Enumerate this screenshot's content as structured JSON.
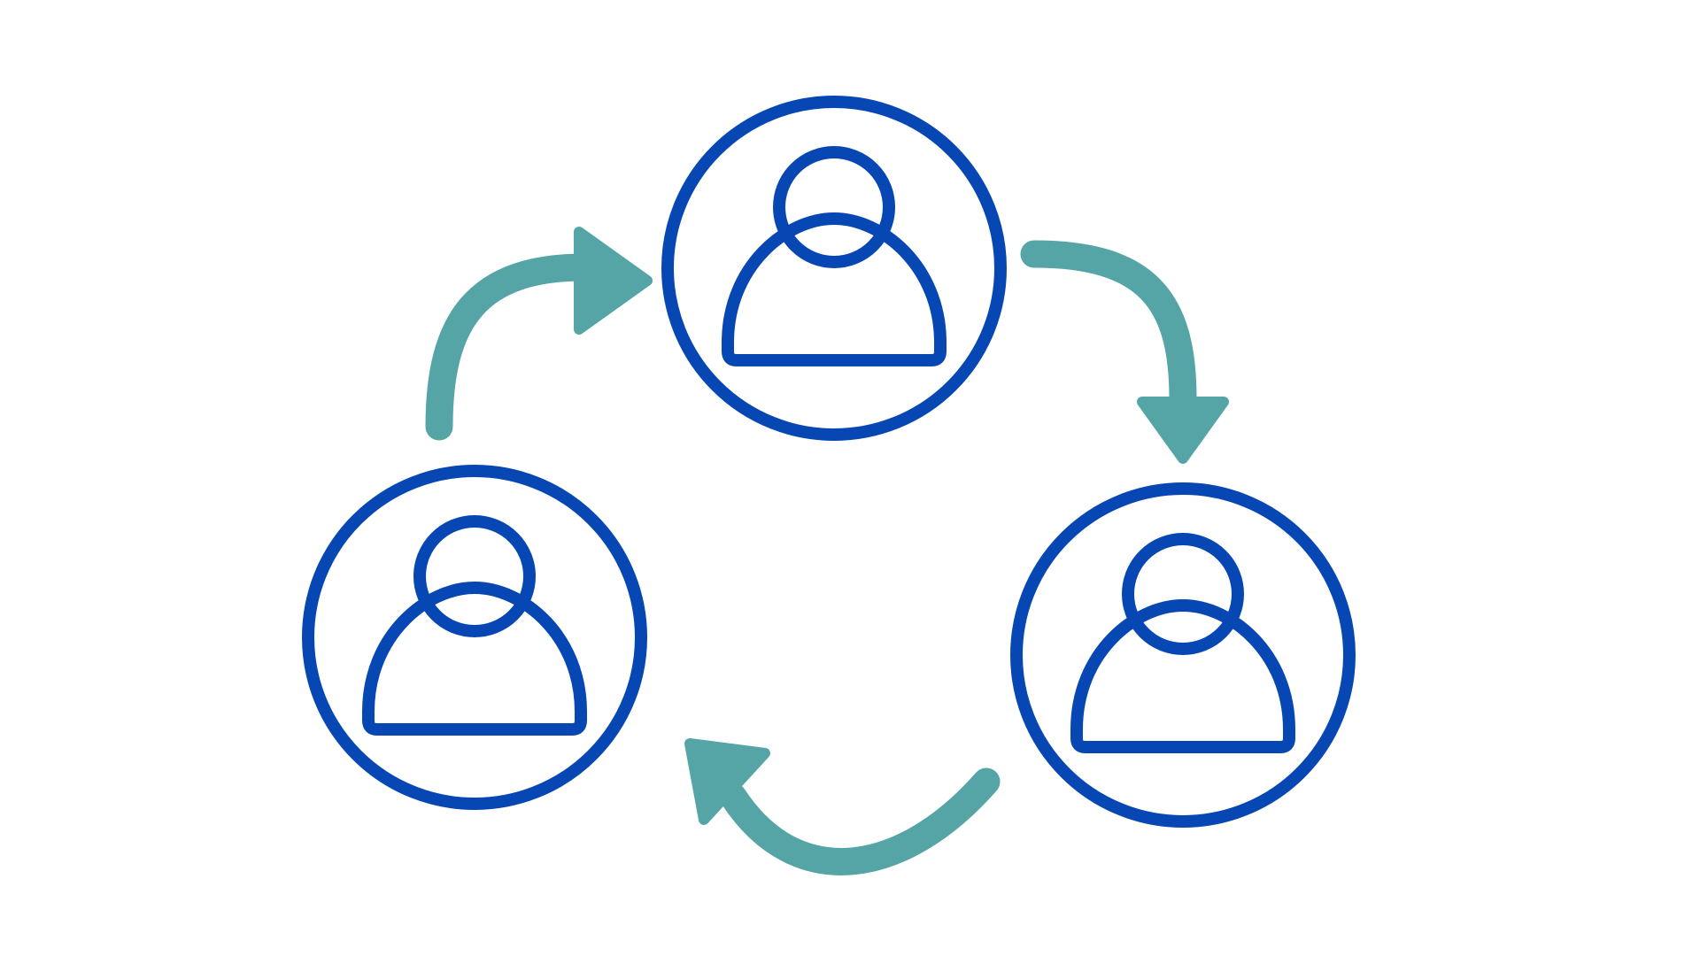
{
  "diagram": {
    "type": "cycle",
    "nodes": [
      {
        "id": "top",
        "icon": "user-icon"
      },
      {
        "id": "right",
        "icon": "user-icon"
      },
      {
        "id": "left",
        "icon": "user-icon"
      }
    ],
    "edges": [
      {
        "from": "left",
        "to": "top",
        "icon": "curved-arrow-icon"
      },
      {
        "from": "top",
        "to": "right",
        "icon": "curved-arrow-icon"
      },
      {
        "from": "right",
        "to": "left",
        "icon": "curved-arrow-icon"
      }
    ]
  },
  "colors": {
    "background": "#ffffff",
    "node_stroke": "#0747b4",
    "arrow": "#55a5a6"
  }
}
